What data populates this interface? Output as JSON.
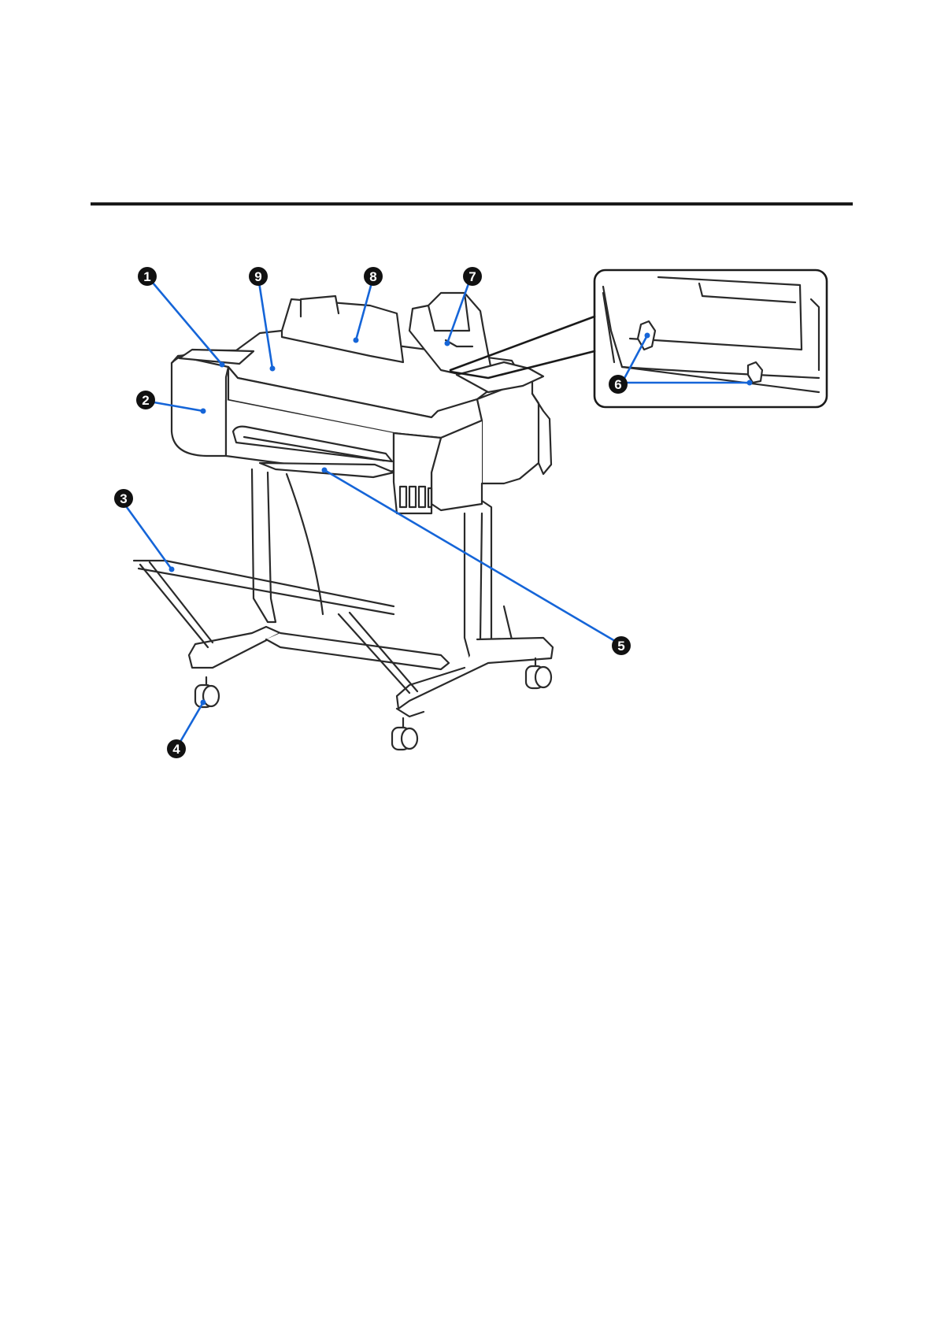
{
  "figure": {
    "description_hidden": "",
    "callouts": [
      {
        "id": "callout-1",
        "label": "1"
      },
      {
        "id": "callout-2",
        "label": "2"
      },
      {
        "id": "callout-3",
        "label": "3"
      },
      {
        "id": "callout-4",
        "label": "4"
      },
      {
        "id": "callout-5",
        "label": "5"
      },
      {
        "id": "callout-6",
        "label": "6"
      },
      {
        "id": "callout-7",
        "label": "7"
      },
      {
        "id": "callout-8",
        "label": "8"
      },
      {
        "id": "callout-9",
        "label": "9"
      }
    ],
    "colors": {
      "leader_line": "#1565d8",
      "callout_fill": "#111111",
      "printer_stroke": "#2a2a2a",
      "rule": "#1a1a1a"
    }
  }
}
